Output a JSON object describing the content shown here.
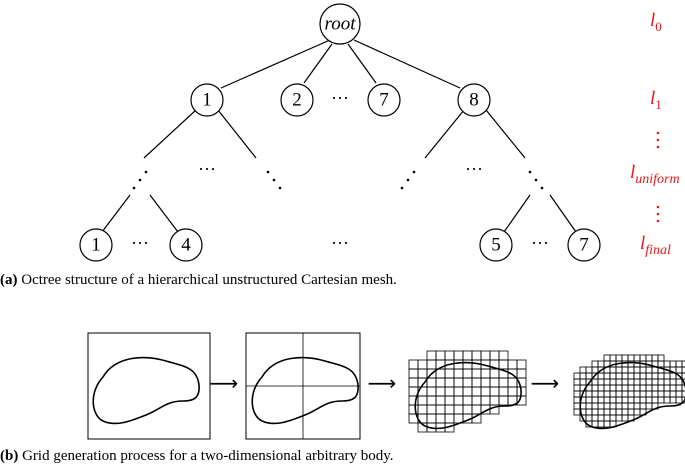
{
  "tree": {
    "root_label": "root",
    "level1_nodes": [
      "1",
      "2",
      "7",
      "8"
    ],
    "leaf_nodes": [
      "1",
      "4",
      "5",
      "7"
    ],
    "ellipsis": "···",
    "levels": [
      {
        "base": "l",
        "sub": "0"
      },
      {
        "base": "l",
        "sub": "1"
      },
      {
        "base": "l",
        "sub": "uniform"
      },
      {
        "base": "l",
        "sub": "final"
      }
    ]
  },
  "captions": {
    "a_label": "(a)",
    "a_text": " Octree structure of a hierarchical unstructured Cartesian mesh.",
    "b_label": "(b)",
    "b_text": " Grid generation process for a two-dimensional arbitrary body."
  },
  "process": {
    "arrow": "⟶"
  },
  "colors": {
    "level_labels": "#e31a1c",
    "lines": "#000000"
  }
}
